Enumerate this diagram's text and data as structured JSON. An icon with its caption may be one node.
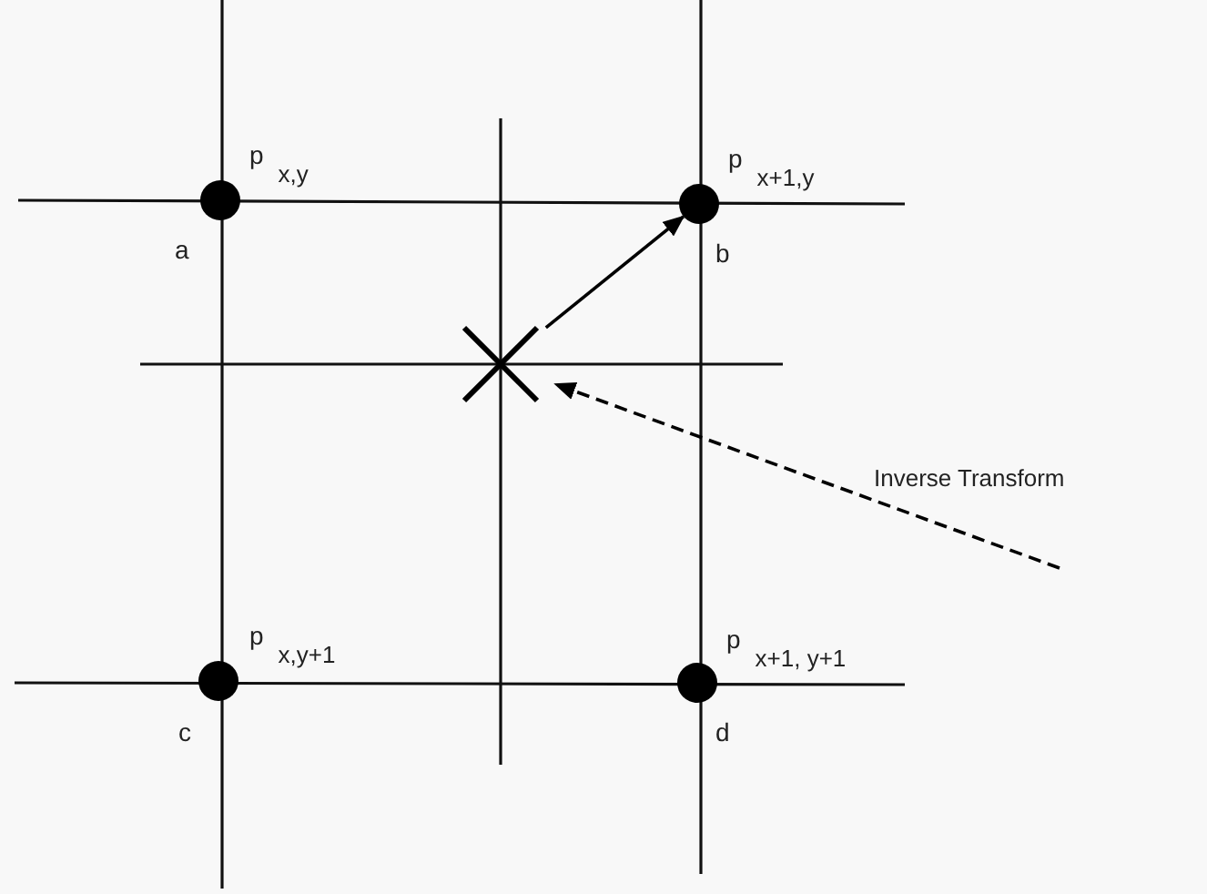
{
  "diagram": {
    "nodes": [
      {
        "text": [],
        "shape": "circle",
        "beside": [
          "p$_{x,y}$",
          "a"
        ]
      },
      {
        "text": [],
        "shape": "circle",
        "beside": [
          "p$_{x+1,y}$",
          "b"
        ]
      },
      {
        "text": [],
        "shape": "circle",
        "beside": [
          "p$_{x,y+1}$",
          "c"
        ]
      },
      {
        "text": [],
        "shape": "circle",
        "beside": [
          "p$_{x+1, y+1}$",
          "d"
        ]
      },
      {
        "text": [],
        "shape": "cross"
      }
    ],
    "edges": [
      {
        "from": 4,
        "to": 1,
        "arrow": "to"
      },
      {
        "from": null,
        "to": 4,
        "arrow": "to",
        "style": "dashed"
      }
    ],
    "labels": [
      "Inverse Transform"
    ]
  }
}
